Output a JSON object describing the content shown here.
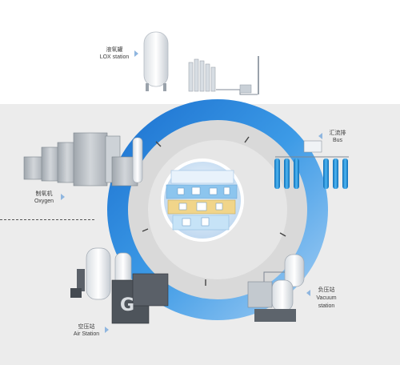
{
  "colors": {
    "ring_outer": "#1a6fcf",
    "ring_mid": "#3c9ae6",
    "ring_light": "#a8d0f4",
    "ring_inner": "#d9d9d9",
    "center_bg": "#ffffff",
    "band": "#ececec",
    "equipment_grey": "#b9bec4",
    "cylinder_blue": "#1f8fe0"
  },
  "stations": [
    {
      "id": "lox",
      "label_cn": "液氧罐",
      "label_en": "LOX station",
      "icon": "lox-tank-icon"
    },
    {
      "id": "bus",
      "label_cn": "汇流排",
      "label_en": "Bus",
      "icon": "gas-cylinder-manifold-icon"
    },
    {
      "id": "oxygen",
      "label_cn": "制氧机",
      "label_en": "Oxygen",
      "icon": "oxygen-generator-icon"
    },
    {
      "id": "air",
      "label_cn": "空压站",
      "label_en": "Air Station",
      "icon": "air-compressor-icon"
    },
    {
      "id": "vacuum",
      "label_cn": "负压站",
      "label_en": "Vacuum station",
      "icon": "vacuum-pump-icon"
    }
  ],
  "center": {
    "icon": "hospital-cutaway-icon"
  }
}
